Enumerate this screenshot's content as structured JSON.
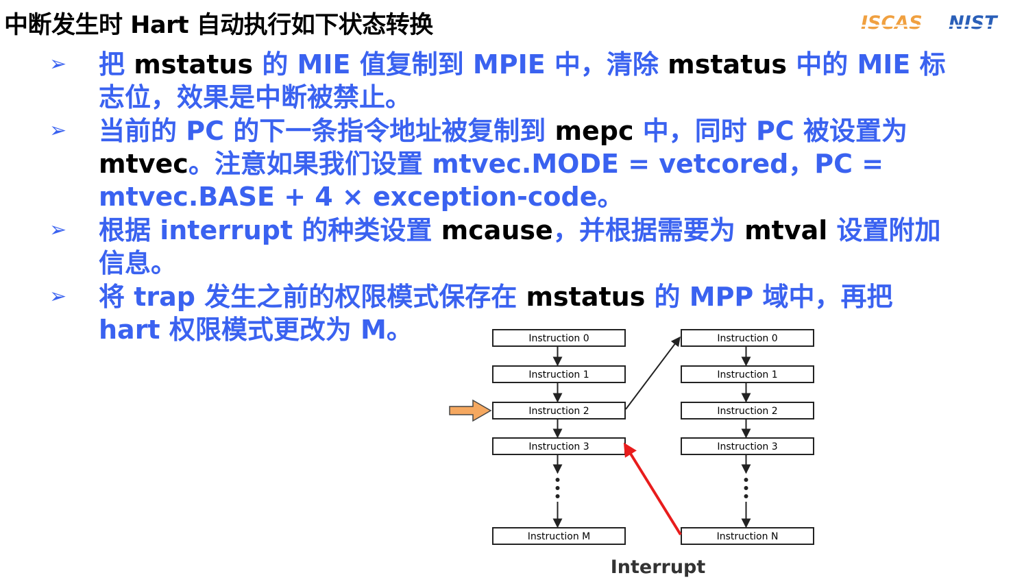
{
  "title": "中断发生时 Hart 自动执行如下状态转换",
  "logos": {
    "iscas": "ISCAS",
    "nist": "NIST"
  },
  "colors": {
    "accent_blue": "#3a62f0",
    "keyword": "#000000",
    "arrow_orange": "#f5a860",
    "arrow_red": "#e81c1c"
  },
  "bullet_marker": "➢",
  "bullets": [
    {
      "lines": [
        [
          {
            "t": "把 ",
            "k": false
          },
          {
            "t": "mstatus",
            "k": true
          },
          {
            "t": " 的 MIE 值复制到 MPIE 中，清除 ",
            "k": false
          },
          {
            "t": "mstatus",
            "k": true
          },
          {
            "t": " 中的 MIE 标",
            "k": false
          }
        ],
        [
          {
            "t": "志位，效果是中断被禁止。",
            "k": false
          }
        ]
      ]
    },
    {
      "lines": [
        [
          {
            "t": "当前的 PC 的下一条指令地址被复制到 ",
            "k": false
          },
          {
            "t": "mepc",
            "k": true
          },
          {
            "t": " 中，同时 PC 被设置为",
            "k": false
          }
        ],
        [
          {
            "t": "mtvec",
            "k": true
          },
          {
            "t": "。注意如果我们设置 mtvec.MODE = vetcored，PC =",
            "k": false
          }
        ],
        [
          {
            "t": "mtvec.BASE + 4 × exception-code。",
            "k": false
          }
        ]
      ]
    },
    {
      "lines": [
        [
          {
            "t": "根据 interrupt 的种类设置 ",
            "k": false
          },
          {
            "t": "mcause",
            "k": true
          },
          {
            "t": "，并根据需要为 ",
            "k": false
          },
          {
            "t": "mtval",
            "k": true
          },
          {
            "t": " 设置附加",
            "k": false
          }
        ],
        [
          {
            "t": "信息。",
            "k": false
          }
        ]
      ]
    },
    {
      "lines": [
        [
          {
            "t": "将 trap 发生之前的权限模式保存在 ",
            "k": false
          },
          {
            "t": "mstatus",
            "k": true
          },
          {
            "t": " 的 MPP 域中，再把",
            "k": false
          }
        ],
        [
          {
            "t": "hart 权限模式更改为 M。",
            "k": false
          }
        ]
      ]
    }
  ],
  "diagram": {
    "left_column": [
      "Instruction 0",
      "Instruction 1",
      "Instruction 2",
      "Instruction 3",
      "Instruction M"
    ],
    "right_column": [
      "Instruction 0",
      "Instruction 1",
      "Instruction 2",
      "Instruction 3",
      "Instruction N"
    ],
    "caption": "Interrupt"
  }
}
